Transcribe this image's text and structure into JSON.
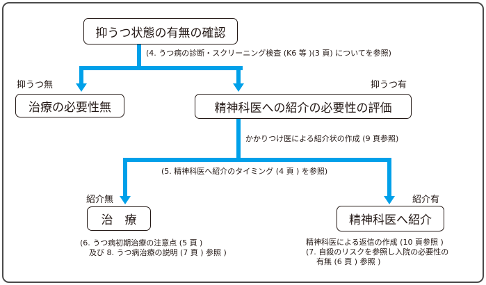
{
  "boxes": {
    "check": "抑うつ状態の有無の確認",
    "no_need": "治療の必要性無",
    "evaluate": "精神科医への紹介の必要性の評価",
    "treat": "治　療",
    "refer": "精神科医へ紹介"
  },
  "labels": {
    "no_depression": "抑うつ無",
    "depression": "抑うつ有",
    "no_referral": "紹介無",
    "referral": "紹介有"
  },
  "notes": {
    "screening": "(4. うつ病の診断・スクリーニング検査 (K6 等 )(3 頁)  についてを参照)",
    "letter": "かかりつけ医による紹介状の作成 (9 頁参照)",
    "timing": "(5. 精神科医へ紹介のタイミング (4 頁 ) を参照)",
    "treat_line1": "(6. うつ病初期治療の注意点 (5 頁 )",
    "treat_line2": "及び 8. うつ病治療の説明 (7 頁 ) 参照 )",
    "refer_line1": "精神科医による返信の作成 (10 頁参照 )",
    "refer_line2": "(7. 自殺のリスクを参照し入院の必要性の",
    "refer_line3": "有無 (6 頁 ) 参照 )"
  },
  "colors": {
    "arrow": "#00a0e9"
  }
}
